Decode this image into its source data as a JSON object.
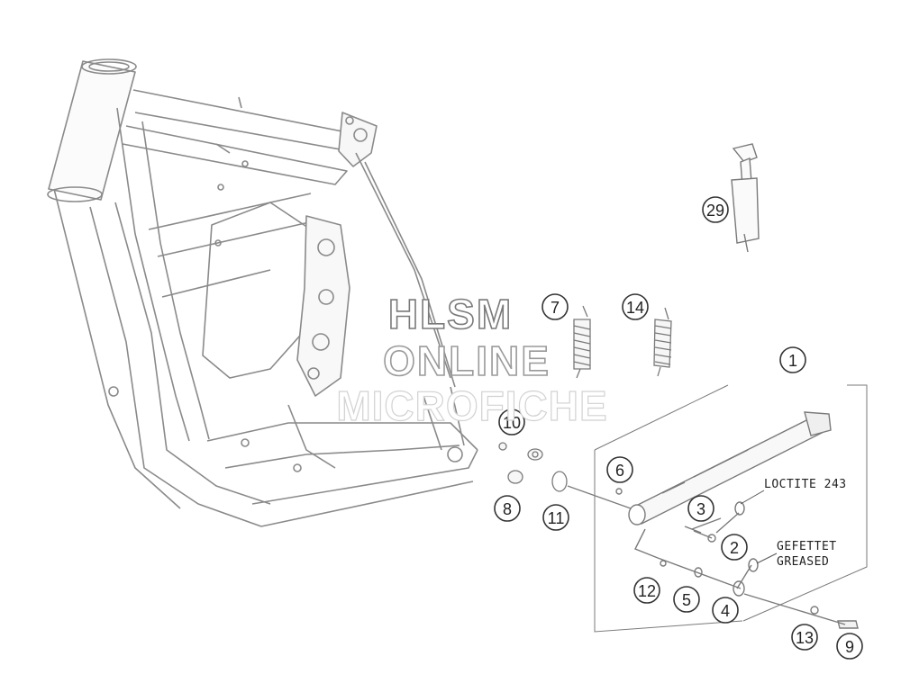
{
  "watermark": {
    "line1": "HLSM",
    "line2": "ONLINE",
    "line3": "MICROFICHE"
  },
  "callouts": [
    {
      "id": "c1",
      "label": "1"
    },
    {
      "id": "c2",
      "label": "2"
    },
    {
      "id": "c3",
      "label": "3"
    },
    {
      "id": "c4",
      "label": "4"
    },
    {
      "id": "c5",
      "label": "5"
    },
    {
      "id": "c6",
      "label": "6"
    },
    {
      "id": "c7",
      "label": "7"
    },
    {
      "id": "c8",
      "label": "8"
    },
    {
      "id": "c9",
      "label": "9"
    },
    {
      "id": "c10",
      "label": "10"
    },
    {
      "id": "c11",
      "label": "11"
    },
    {
      "id": "c12",
      "label": "12"
    },
    {
      "id": "c13",
      "label": "13"
    },
    {
      "id": "c14",
      "label": "14"
    },
    {
      "id": "c29",
      "label": "29"
    }
  ],
  "notes": {
    "loctite": "LOCTITE 243",
    "greased_de": "GEFETTET",
    "greased_en": "GREASED"
  },
  "colors": {
    "line": "#6e6e6e",
    "frame": "#8a8a8a"
  }
}
